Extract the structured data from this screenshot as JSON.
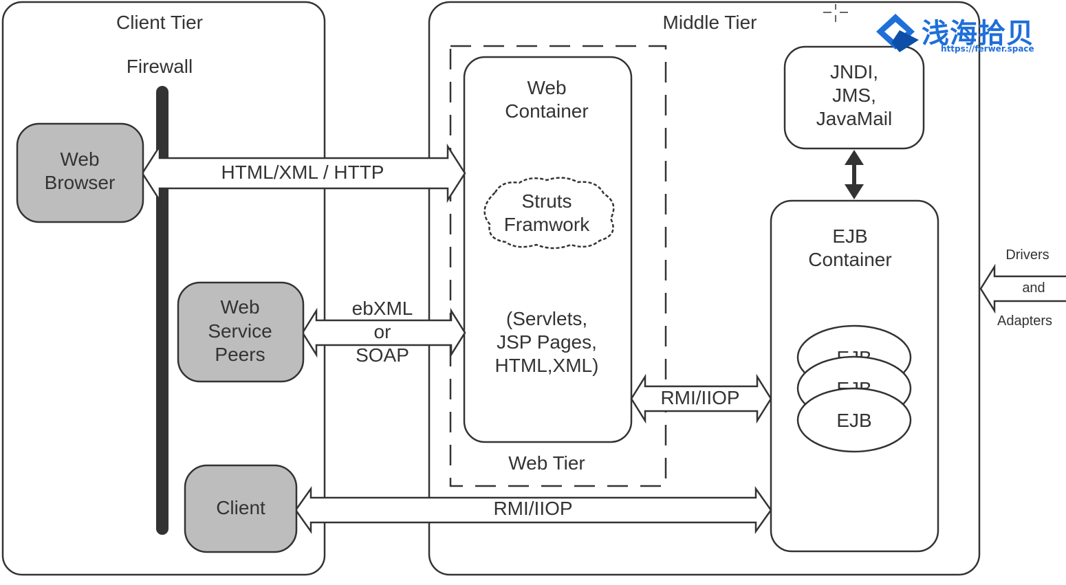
{
  "tiers": {
    "client": "Client Tier",
    "middle": "Middle Tier",
    "web_tier": "Web Tier"
  },
  "firewall": "Firewall",
  "clients": {
    "web_browser": [
      "Web",
      "Browser"
    ],
    "web_service_peers": [
      "Web",
      "Service",
      "Peers"
    ],
    "client": "Client"
  },
  "web_container": {
    "title": [
      "Web",
      "Container"
    ],
    "struts": [
      "Struts",
      "Framwork"
    ],
    "contents": [
      "(Servlets,",
      "JSP Pages,",
      "HTML,XML)"
    ]
  },
  "services": [
    "JNDI,",
    "JMS,",
    "JavaMail"
  ],
  "ejb_container": {
    "title": [
      "EJB",
      "Container"
    ],
    "beans": [
      "EJB",
      "EJB",
      "EJB"
    ]
  },
  "connections": {
    "browser_web": "HTML/XML / HTTP",
    "peers_web": [
      "ebXML",
      "or",
      "SOAP"
    ],
    "web_ejb": "RMI/IIOP",
    "client_ejb": "RMI/IIOP",
    "external": [
      "Drivers",
      "and",
      "Adapters"
    ]
  },
  "watermark": {
    "name": "浅海拾贝",
    "url": "https://ferwer.space",
    "colors": {
      "primary": "#1e6fd9",
      "dark": "#0d4fa8"
    }
  },
  "colors": {
    "line": "#333333",
    "client_box_fill": "#bdbdbd",
    "background": "#ffffff"
  }
}
